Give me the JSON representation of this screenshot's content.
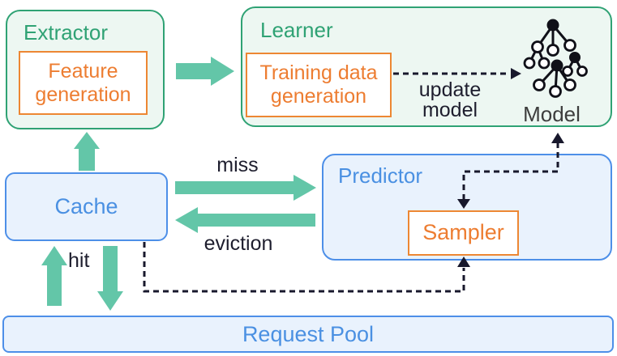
{
  "extractor": {
    "title": "Extractor",
    "feature_label": "Feature generation"
  },
  "learner": {
    "title": "Learner",
    "training_label": "Training data generation",
    "update_label": "update model",
    "model_label": "Model"
  },
  "cache": {
    "title": "Cache"
  },
  "predictor": {
    "title": "Predictor",
    "sampler_label": "Sampler"
  },
  "request_pool": {
    "title": "Request Pool"
  },
  "edges": {
    "miss": "miss",
    "eviction": "eviction",
    "hit": "hit"
  },
  "colors": {
    "green": "#2fa274",
    "teal_arrow": "#63c6a8",
    "blue_border": "#4d8fe8",
    "blue_text": "#4a90e2",
    "orange": "#ed7d31",
    "dashed_line": "#18182c",
    "green_bg": "#edf7f2",
    "blue_bg": "#e9f2fd"
  }
}
